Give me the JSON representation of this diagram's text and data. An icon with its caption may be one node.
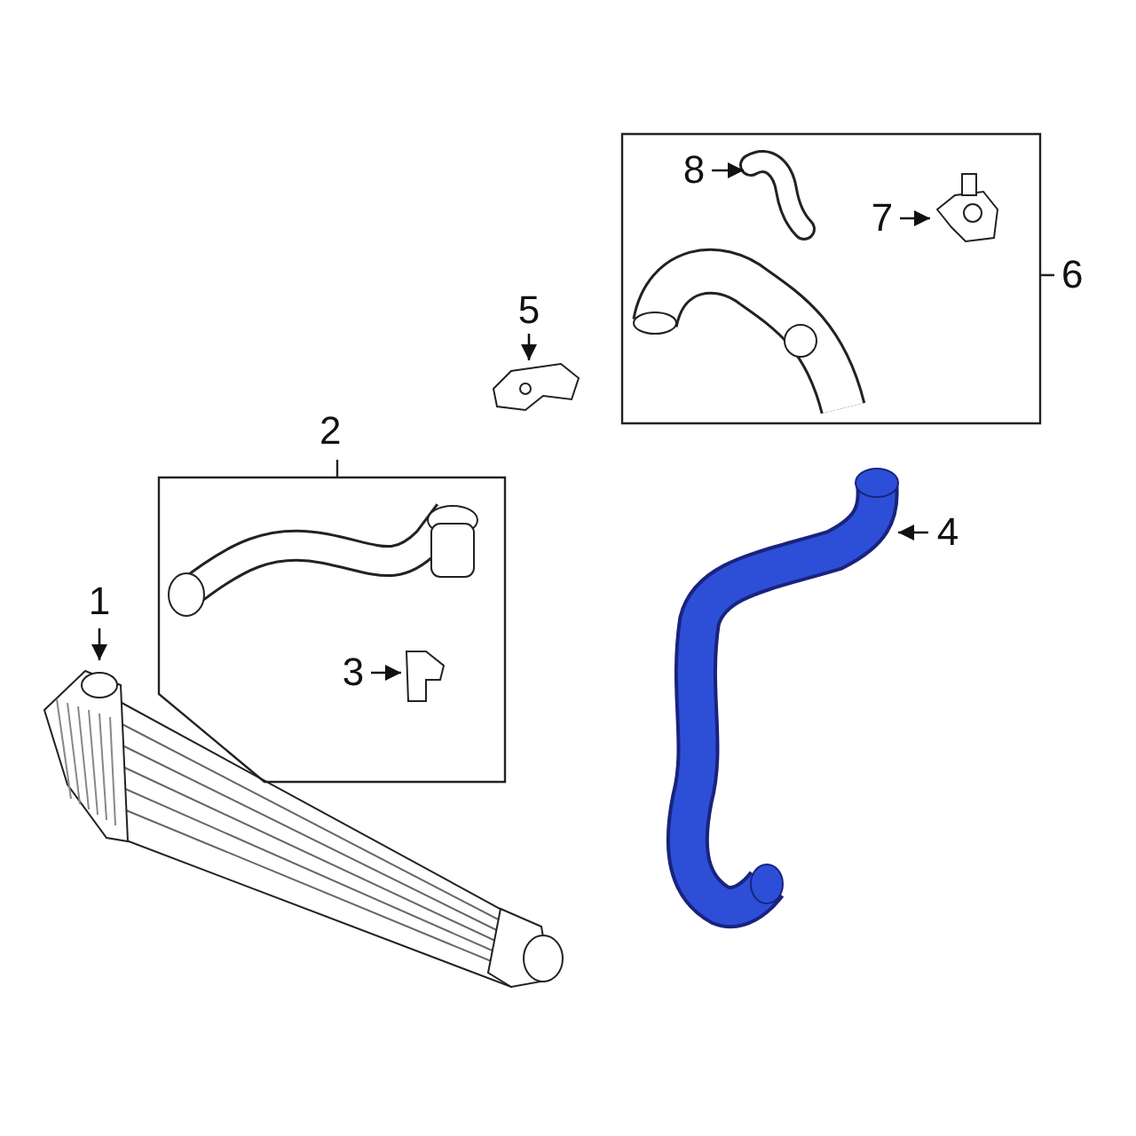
{
  "diagram": {
    "nodes": [
      {
        "text": [
          "1"
        ]
      },
      {
        "text": [],
        "shape": "picture"
      },
      {
        "text": [
          "2"
        ]
      },
      {
        "text": [],
        "shape": "picture",
        "in": 2
      },
      {
        "text": [
          "3"
        ],
        "in": 2
      },
      {
        "text": [],
        "shape": "picture",
        "in": 2
      },
      {
        "text": [
          "5"
        ]
      },
      {
        "text": [],
        "shape": "picture"
      },
      {
        "text": [
          "6"
        ]
      },
      {
        "text": [
          "8"
        ],
        "in": 8
      },
      {
        "text": [],
        "shape": "picture",
        "in": 8
      },
      {
        "text": [
          "7"
        ],
        "in": 8
      },
      {
        "text": [],
        "shape": "picture",
        "in": 8
      },
      {
        "text": [],
        "shape": "picture",
        "in": 8
      },
      {
        "text": [
          "4"
        ]
      },
      {
        "text": [],
        "shape": "picture"
      }
    ],
    "edges": [
      {
        "from": 0,
        "to": 1,
        "arrow": "to"
      },
      {
        "from": 4,
        "to": 5,
        "arrow": "to"
      },
      {
        "from": 6,
        "to": 7,
        "arrow": "to"
      },
      {
        "from": 9,
        "to": 10,
        "arrow": "to"
      },
      {
        "from": 11,
        "to": 12,
        "arrow": "to"
      },
      {
        "from": 14,
        "to": 15,
        "arrow": "to"
      }
    ]
  }
}
